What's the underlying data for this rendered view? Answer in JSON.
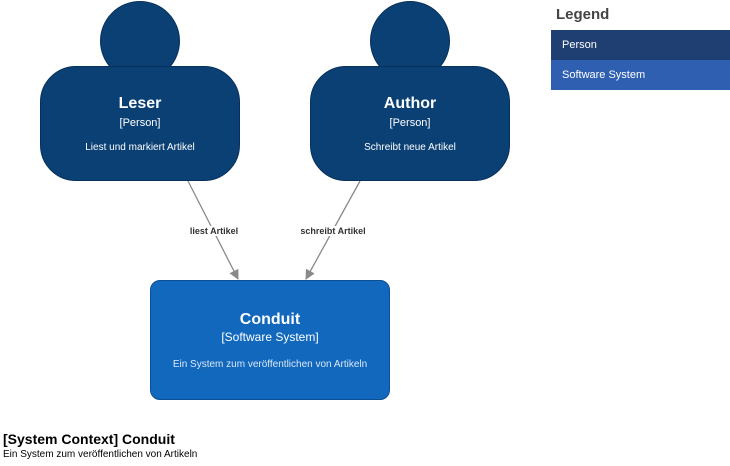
{
  "persons": [
    {
      "name": "Leser",
      "type": "[Person]",
      "description": "Liest und markiert Artikel"
    },
    {
      "name": "Author",
      "type": "[Person]",
      "description": "Schreibt neue Artikel"
    }
  ],
  "system": {
    "name": "Conduit",
    "type": "[Software System]",
    "description": "Ein System zum veröffentlichen von Artikeln"
  },
  "relationships": [
    {
      "label": "liest Artikel"
    },
    {
      "label": "schreibt Artikel"
    }
  ],
  "legend": {
    "title": "Legend",
    "items": [
      {
        "label": "Person",
        "color": "#1f3f73"
      },
      {
        "label": "Software System",
        "color": "#2f5fb0"
      }
    ]
  },
  "footer": {
    "title": "[System Context] Conduit",
    "description": "Ein System zum veröffentlichen von Artikeln"
  },
  "colors": {
    "person": "#0b4075",
    "software_system": "#1168bd",
    "arrow": "#8a8a8a"
  }
}
